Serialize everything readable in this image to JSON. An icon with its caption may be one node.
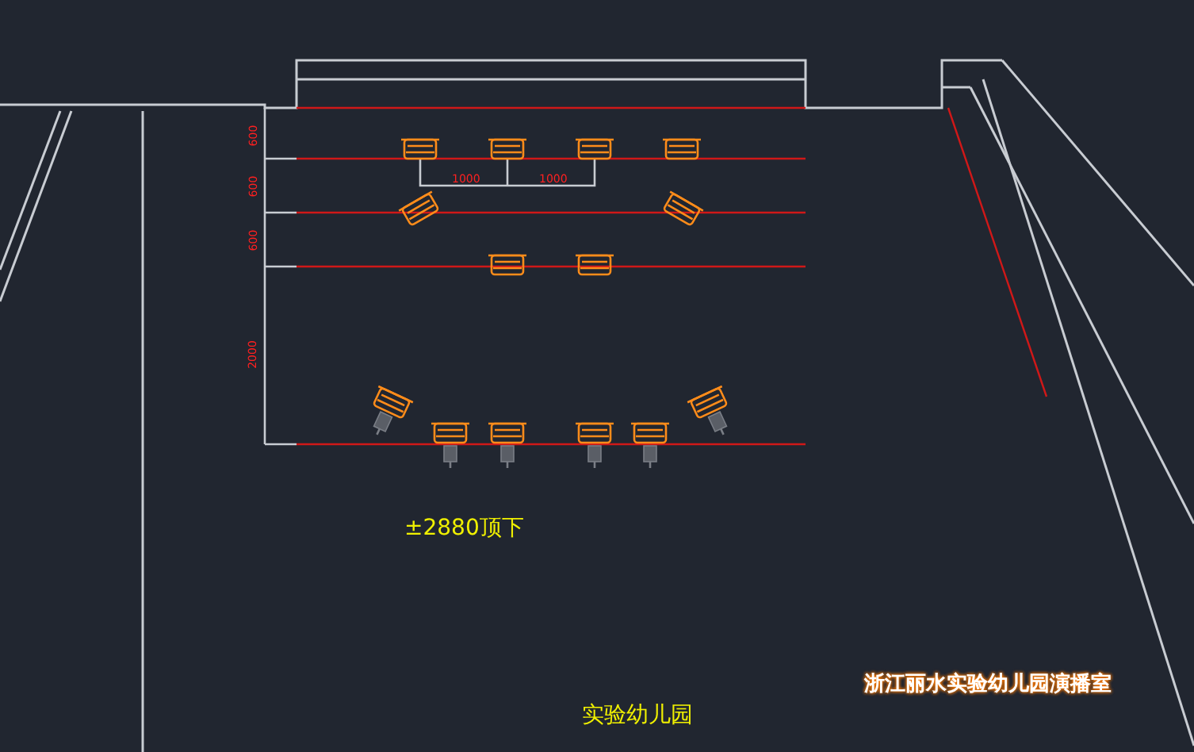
{
  "diagram": {
    "labels": [
      "600",
      "600",
      "1000",
      "1000",
      "600",
      "2000",
      "±2880顶下",
      "实验幼儿园",
      "浙江丽水实验幼儿园演播室"
    ]
  }
}
